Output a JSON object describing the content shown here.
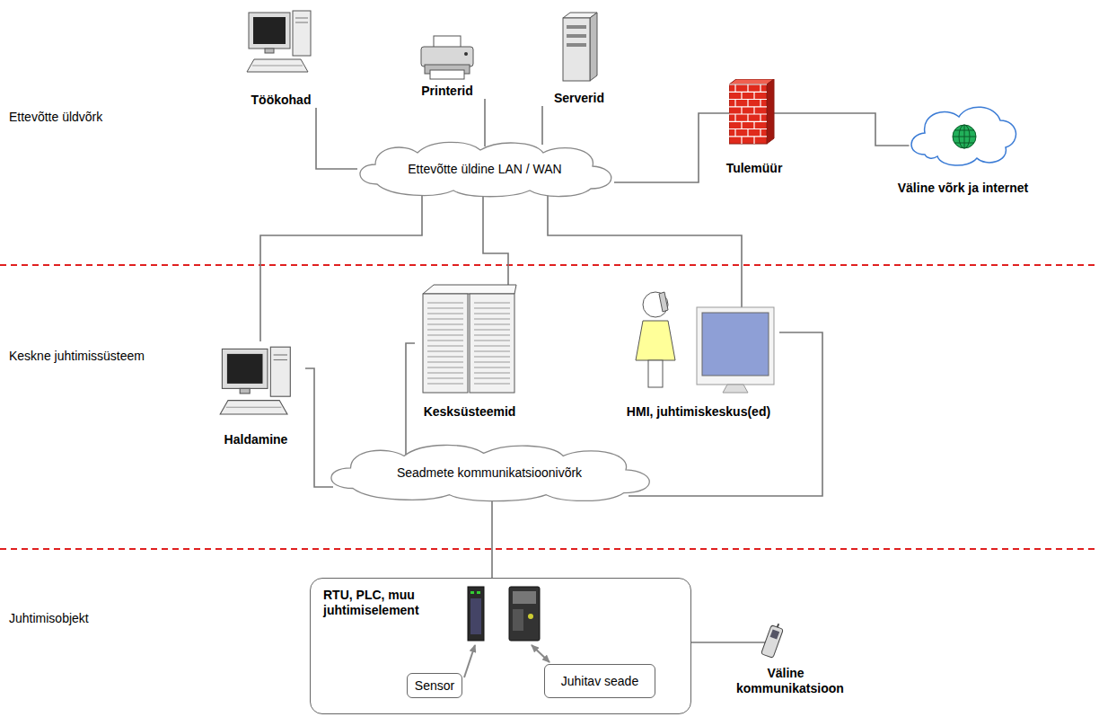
{
  "diagram": {
    "nodes": [
      {
        "text": [
          "Töökohad"
        ]
      },
      {
        "text": [
          "Printerid"
        ]
      },
      {
        "text": [
          "Serverid"
        ]
      },
      {
        "text": [
          "Ettevõtte üldine LAN / WAN"
        ]
      },
      {
        "text": [
          "Tulemüür"
        ]
      },
      {
        "text": [
          "Väline võrk ja internet"
        ]
      },
      {
        "text": [
          "Haldamine"
        ]
      },
      {
        "text": [
          "Kesksüsteemid"
        ]
      },
      {
        "text": [
          "HMI, juhtimiskeskus(ed)"
        ]
      },
      {
        "text": [
          "Seadmete kommunikatsioonivõrk"
        ]
      },
      {
        "text": [
          "RTU, PLC, muu juhtimiselement"
        ]
      },
      {
        "text": [
          "Sensor"
        ],
        "in": 10
      },
      {
        "text": [
          "Juhitav seade"
        ],
        "in": 10
      },
      {
        "text": [
          "Väline kommunikatsioon"
        ]
      }
    ],
    "edges": [
      {
        "from": 0,
        "to": 3,
        "arrow": "none"
      },
      {
        "from": 1,
        "to": 3,
        "arrow": "none"
      },
      {
        "from": 2,
        "to": 3,
        "arrow": "none"
      },
      {
        "from": 3,
        "to": 4,
        "arrow": "none"
      },
      {
        "from": 4,
        "to": 5,
        "arrow": "none"
      },
      {
        "from": 3,
        "to": 6,
        "arrow": "none"
      },
      {
        "from": 3,
        "to": 7,
        "arrow": "none"
      },
      {
        "from": 3,
        "to": 8,
        "arrow": "none"
      },
      {
        "from": 6,
        "to": 9,
        "arrow": "none"
      },
      {
        "from": 7,
        "to": 9,
        "arrow": "none"
      },
      {
        "from": 8,
        "to": 9,
        "arrow": "none"
      },
      {
        "from": 9,
        "to": 10,
        "arrow": "none"
      },
      {
        "from": 10,
        "to": 13,
        "arrow": "none"
      }
    ],
    "labels": [
      "Ettevõtte üldvõrk",
      "Keskne juhtimissüsteem",
      "Juhtimisobjekt"
    ]
  }
}
